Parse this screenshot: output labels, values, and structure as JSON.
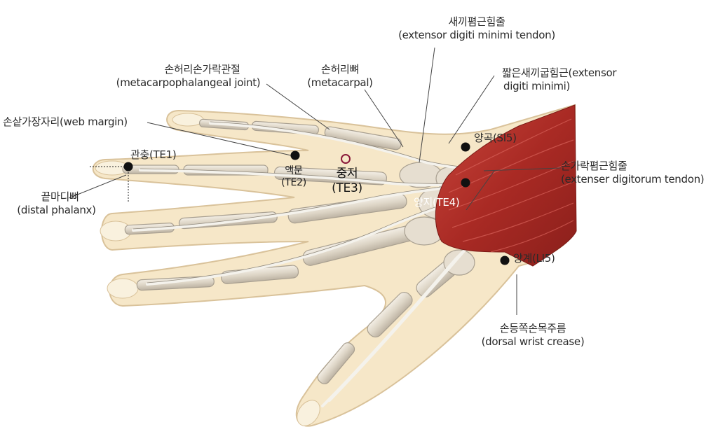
{
  "labels": {
    "ext_digiti_minimi_tendon": {
      "ko": "새끼폄근힘줄",
      "en": "(extensor digiti minimi tendon)"
    },
    "ext_digiti_minimi": {
      "ko": "짧은새끼굽힘근(extensor",
      "en": "digiti minimi)"
    },
    "mcp_joint": {
      "ko": "손허리손가락관절",
      "en": "(metacarpophalangeal joint)"
    },
    "metacarpal": {
      "ko": "손허리뼈",
      "en": "(metacarpal)"
    },
    "web_margin": {
      "text": "손샅가장자리(web margin)"
    },
    "distal_phalanx": {
      "ko": "끝마디뼈",
      "en": "(distal phalanx)"
    },
    "ext_digitorum_tendon": {
      "ko": "손가락폄근힘줄",
      "en": "(extenser digitorum tendon)"
    },
    "dorsal_wrist_crease": {
      "ko": "손등쪽손목주름",
      "en": "(dorsal wrist crease)"
    }
  },
  "points": {
    "te1": {
      "label": "관충(TE1)"
    },
    "te2": {
      "name": "액문",
      "code": "(TE2)"
    },
    "te3": {
      "name": "중저",
      "code": "(TE3)"
    },
    "te4": {
      "label": "양지(TE4)"
    },
    "si5": {
      "label": "양곡(SI5)"
    },
    "li5": {
      "label": "양계(LI5)"
    }
  },
  "colors": {
    "skin": "#f6e7c8",
    "skin_edge": "#d9c29a",
    "bone": "#e8e1d4",
    "bone_shade": "#b9b0a2",
    "tendon": "#f2f0ea",
    "muscle": "#b8332c",
    "muscle_dark": "#8a1f1b",
    "point_filled": "#111111",
    "point_open": "#8b1a3a",
    "leader": "#444444"
  }
}
